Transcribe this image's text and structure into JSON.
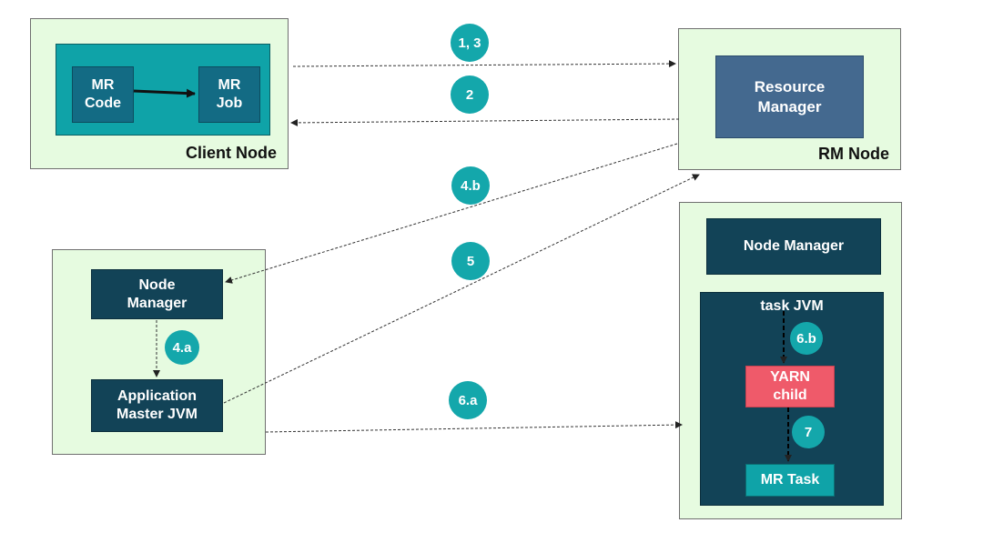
{
  "client_node": {
    "label": "Client Node",
    "mr_code": "MR\nCode",
    "mr_job": "MR\nJob"
  },
  "rm_node": {
    "label": "RM Node",
    "resource_manager": "Resource\nManager"
  },
  "am_node": {
    "node_manager": "Node\nManager",
    "app_master": "Application\nMaster JVM"
  },
  "worker_node": {
    "node_manager": "Node Manager",
    "task_jvm": "task JVM",
    "yarn_child": "YARN\nchild",
    "mr_task": "MR Task"
  },
  "steps": {
    "s13": "1, 3",
    "s2": "2",
    "s4b": "4.b",
    "s5": "5",
    "s4a": "4.a",
    "s6a": "6.a",
    "s6b": "6.b",
    "s7": "7"
  },
  "colors": {
    "node_bg": "#e6fbe0",
    "teal": "#0fa3a8",
    "dark_box": "#124357",
    "resource_manager": "#44698f",
    "yarn_child": "#ef5a6a",
    "badge": "#14a7ab"
  }
}
